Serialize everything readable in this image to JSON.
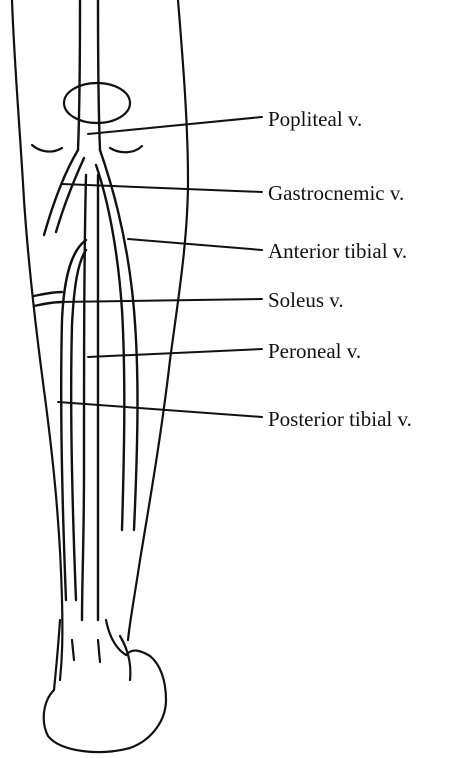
{
  "figure": {
    "labels": {
      "popliteal": "Popliteal v.",
      "gastrocnemic": "Gastrocnemic v.",
      "anterior_tibial": "Anterior tibial v.",
      "soleus": "Soleus v.",
      "peroneal": "Peroneal v.",
      "posterior_tibial": "Posterior tibial v."
    }
  }
}
